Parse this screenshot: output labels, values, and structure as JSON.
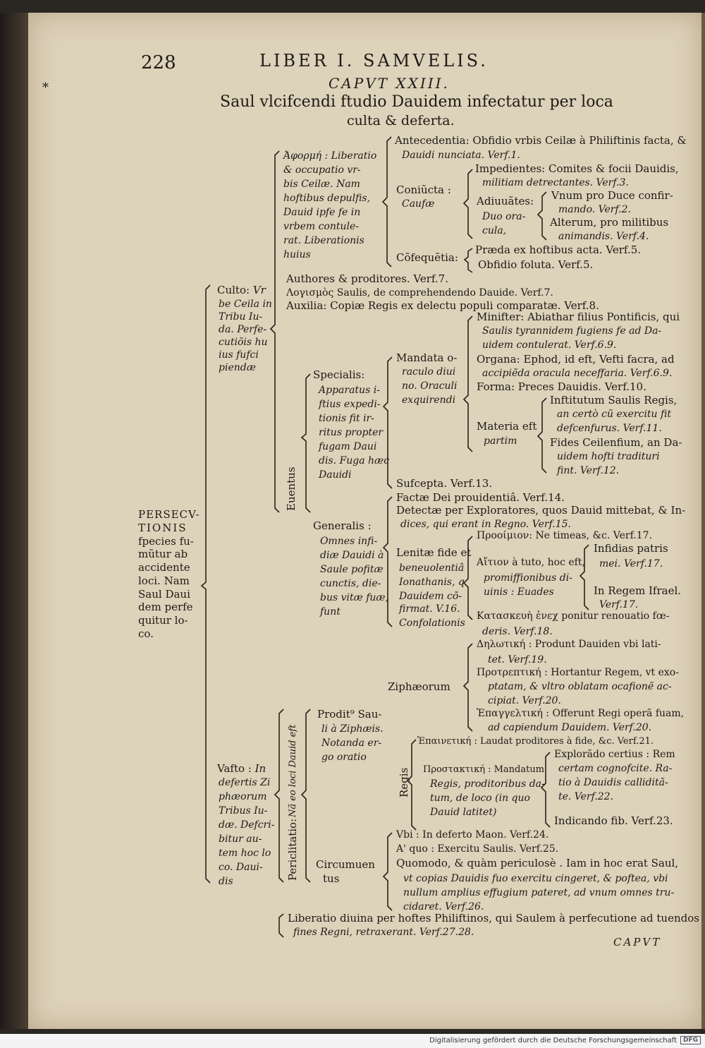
{
  "header": {
    "page_number": "228",
    "running_head": "LIBER I. SAMVELIS.",
    "chapter": "CAPVT XXIII.",
    "title_line1": "Saul vlcifcendi ftudio Dauidem infectatur per loca",
    "title_line2": "culta & deferta.",
    "star": "*"
  },
  "root": {
    "lines": [
      "PERSECV-",
      "TIONIS",
      "fpecies fu-",
      "mũtur ab",
      "accidente",
      "loci. Nam",
      "Saul Daui",
      "dem perfe",
      "quitur lo-",
      "co."
    ]
  },
  "culto": {
    "label": "Culto:",
    "lines": [
      "Vr",
      "be Ceila in",
      "Tribu Iu-",
      "da. Perfe-",
      "cutiõis hu",
      "ius fufci",
      "piendæ"
    ]
  },
  "aphorme": {
    "lines": [
      "Ἀφορμή : Liberatio",
      "& occupatio vr-",
      "bis Ceilæ. Nam",
      "hoftibus depulfis,",
      "Dauid ipfe fe in",
      "vrbem contule-",
      "rat. Liberationis",
      "huius"
    ]
  },
  "antecedentia": {
    "line1": "Antecedentia: Obfidio vrbis Ceilæ à Philiftinis facta, &",
    "line2": "Dauidi nunciata. Verf.1."
  },
  "coniuncta": {
    "label": "Coniũcta :",
    "sub": "Caufæ",
    "impedientes": [
      "Impedientes: Comites & focii Dauidis,",
      "militiam detrectantes. Verf.3."
    ],
    "adiuuantes": [
      "Adiuuãtes:",
      "Duo ora-",
      "cula,"
    ],
    "unum": [
      "Vnum pro Duce confir-",
      "mando. Verf.2."
    ],
    "alterum": [
      "Alterum, pro militibus",
      "animandis. Verf.4."
    ]
  },
  "consequentia": {
    "label": "Cõfequẽtia:",
    "items": [
      "Præda ex hoftibus acta. Verf.5.",
      "Obfidio foluta. Verf.5."
    ]
  },
  "culto_items": {
    "authores": "Authores & proditores. Verf.7.",
    "logismos": "Λογισμὸς Saulis, de comprehendendo Dauide. Verf.7.",
    "auxilia": "Auxilia: Copiæ Regis ex delectu populi comparatæ. Verf.8."
  },
  "euentus": {
    "label": "Euentus"
  },
  "specialis": {
    "label": "Specialis:",
    "lines": [
      "Apparatus i-",
      "ftius expedi-",
      "tionis fit ir-",
      "ritus propter",
      "fugam Daui",
      "dis. Fuga hæc",
      "Dauidi"
    ]
  },
  "mandata": {
    "lines": [
      "Mandata o-",
      "raculo diui",
      "no. Oraculi",
      "exquirendi"
    ]
  },
  "mandata_items": {
    "minister": [
      "Minifter: Abiathar filius Pontificis, qui",
      "Saulis tyrannidem fugiens fe ad Da-",
      "uidem contulerat. Verf.6.9."
    ],
    "organa": [
      "Organa: Ephod, id eft, Vefti facra, ad",
      "accipiẽda oracula neceffaria. Verf.6.9."
    ],
    "forma": "Forma: Preces Dauidis. Verf.10.",
    "materia": [
      "Materia eft",
      "partim"
    ],
    "institutum": [
      "Inftitutum Saulis Regis,",
      "an certò cũ exercitu fit",
      "defcenfurus. Verf.11."
    ],
    "fides": [
      "Fides Ceilenfium, an Da-",
      "uidem hofti tradituri",
      "fint. Verf.12."
    ]
  },
  "suscepta": "Sufcepta. Verf.13.",
  "generalis": {
    "label": "Generalis :",
    "lines": [
      "Omnes infi-",
      "diæ Dauidi à",
      "Saule pofitæ",
      "cunctis, die-",
      "bus vitæ fuæ,",
      "funt"
    ],
    "factae": "Factæ Dei prouidentiâ. Verf.14.",
    "detectae": [
      "Detectæ per Exploratores, quos Dauid mittebat, & In-",
      "dices, qui erant in Regno. Verf.15."
    ]
  },
  "lenitae": {
    "lines": [
      "Lenitæ fide et",
      "beneuolentiâ",
      "Ionathanis, q",
      "Dauidem cõ-",
      "firmat. V.16.",
      "Confolationis"
    ],
    "prooimios": "Προοίμιον: Ne timeas, &c. Verf.17.",
    "aition": [
      "Αἴτιον à tuto, hoc eft,",
      "promiffionibus di-",
      "uinis : Euades"
    ],
    "insidias": [
      "Infidias patris",
      "mei. Verf.17."
    ],
    "inregem": [
      "In Regem Ifrael.",
      "Verf.17."
    ],
    "kataskeue": [
      "Κατασκευὴ ἐνεχ ponitur renouatio fœ-",
      "deris. Verf.18."
    ]
  },
  "periclitatio": {
    "label": "Periclitatio:",
    "sub": "Nã eo loci Dauid eft"
  },
  "vasto": {
    "label": "Vafto :",
    "lines": [
      "In",
      "defertis Zi",
      "phæorum",
      "Tribus Iu-",
      "dæ. Defcri-",
      "bitur au-",
      "tem hoc lo",
      "co. Daui-",
      "dis"
    ]
  },
  "proditus": {
    "lines": [
      "Prodit⁹ Sau-",
      "li à Ziphæis.",
      "Notanda er-",
      "go oratio"
    ]
  },
  "ziphaeorum": {
    "label": "Ziphæorum",
    "delotike": [
      "Δηλωτική : Produnt Dauiden vbi lati-",
      "tet. Verf.19."
    ],
    "protreptike": [
      "Προτρεπτική : Hortantur Regem, vt exo-",
      "ptatam, & vltro oblatam ocafionẽ ac-",
      "cipiat. Verf.20."
    ],
    "epangeltike": [
      "Ἐπαγγελτική : Offerunt Regi operã fuam,",
      "ad capiendum Dauidem. Verf.20."
    ]
  },
  "regis": {
    "label": "Regis",
    "epainetike": "Ἐπαινετική : Laudat proditores à fide, &c. Verf.21.",
    "prostaktike": [
      "Προστακτική : Mandatum",
      "Regis, proditoribus da-",
      "tum, de loco (in quo",
      "Dauid latitet)"
    ],
    "explorando": [
      "Explorãdo certius : Rem",
      "certam cognofcite. Ra-",
      "tio à Dauidis calliditã-",
      "te. Verf.22."
    ],
    "indicando": "Indicando fib. Verf.23."
  },
  "circumuentus": {
    "lines": [
      "Circumuen",
      "tus"
    ],
    "vbi": "Vbi : In deferto Maon. Verf.24.",
    "aquo": "A' quo : Exercitu Saulis. Verf.25.",
    "quomodo": [
      "Quomodo, & quàm periculosè . Iam in hoc erat Saul,",
      "vt copias Dauidis fuo exercitu cingeret, & poftea, vbi",
      "nullum amplius effugium pateret, ad vnum omnes tru-",
      "cidaret. Verf.26."
    ]
  },
  "liberatio": [
    "Liberatio diuina per hoftes Philiftinos, qui Saulem à perfecutione ad tuendos",
    "fines Regni, retraxerant. Verf.27.28."
  ],
  "catchword": "CAPVT",
  "footer": {
    "text": "Digitalisierung gefördert durch die Deutsche Forschungsgemeinschaft",
    "logo": "DFG"
  }
}
